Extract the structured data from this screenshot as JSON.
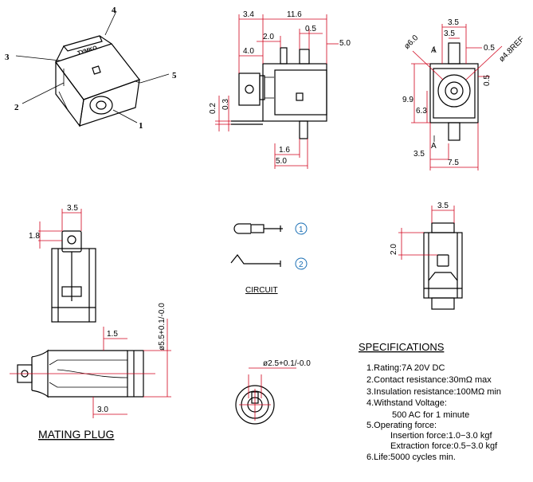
{
  "iso_view": {
    "part_labels": [
      "4",
      "3",
      "5",
      "2",
      "1"
    ],
    "body_marking": "TYMKO"
  },
  "side_view_dims": [
    "3.4",
    "11.6",
    "2.0",
    "0.5",
    "5.0",
    "4.0",
    "0.2",
    "0.3",
    "1.6",
    "5.0"
  ],
  "front_view_dims": [
    "3.5",
    "3.5",
    "0.5",
    "ø6.0",
    "ø4.8REF",
    "0.5",
    "9.9",
    "6.3",
    "3.5",
    "7.5"
  ],
  "section_marks": [
    "A",
    "A"
  ],
  "bottom_view_dims": [
    "3.5",
    "1.8"
  ],
  "right_bottom_dims": [
    "3.5",
    "2.0"
  ],
  "circuit": {
    "pins": [
      "1",
      "2"
    ],
    "label": "CIRCUIT"
  },
  "mating_plug": {
    "dims": [
      "1.5",
      "ø5.5+0.1/-0.0",
      "3.0",
      "ø2.5+0.1/-0.0"
    ],
    "label": "MATING PLUG"
  },
  "specifications": {
    "title": "SPECIFICATIONS",
    "lines": [
      "1.Rating:7A  20V  DC",
      "2.Contact  resistance:30mΩ  max",
      "3.Insulation  resistance:100MΩ  min",
      "4.Withstand  Voltage:",
      "500  AC  for  1  minute",
      "5.Operating  force:",
      "Insertion  force:1.0−3.0  kgf",
      "Extraction  force:0.5−3.0  kgf",
      "6.Life:5000  cycles  min."
    ]
  }
}
